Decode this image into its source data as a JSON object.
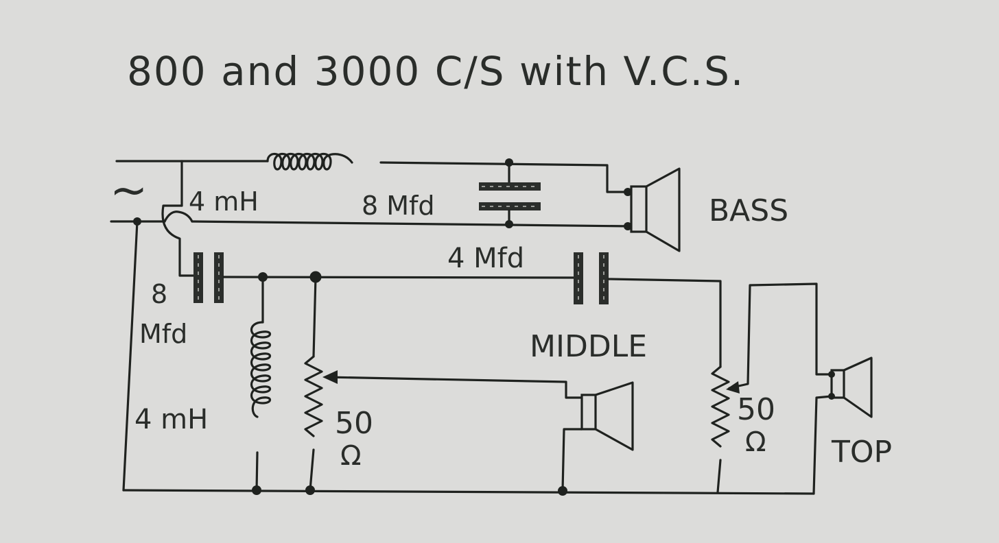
{
  "diagram": {
    "title": "800 and 3000 C/S with V.C.S.",
    "source_symbol": "~",
    "labels": {
      "coil_top": "4 mH",
      "cap_top": "8 Mfd",
      "cap_middle": "4 Mfd",
      "cap_left_value": "8",
      "cap_left_unit": "Mfd",
      "coil_left": "4 mH",
      "pot_middle_value": "50",
      "pot_middle_unit": "Ω",
      "pot_top_value": "50",
      "pot_top_unit": "Ω",
      "speaker_bass": "BASS",
      "speaker_middle": "MIDDLE",
      "speaker_top": "TOP"
    }
  },
  "colors": {
    "paper": "#dcdcda",
    "ink": "#1f221f"
  }
}
